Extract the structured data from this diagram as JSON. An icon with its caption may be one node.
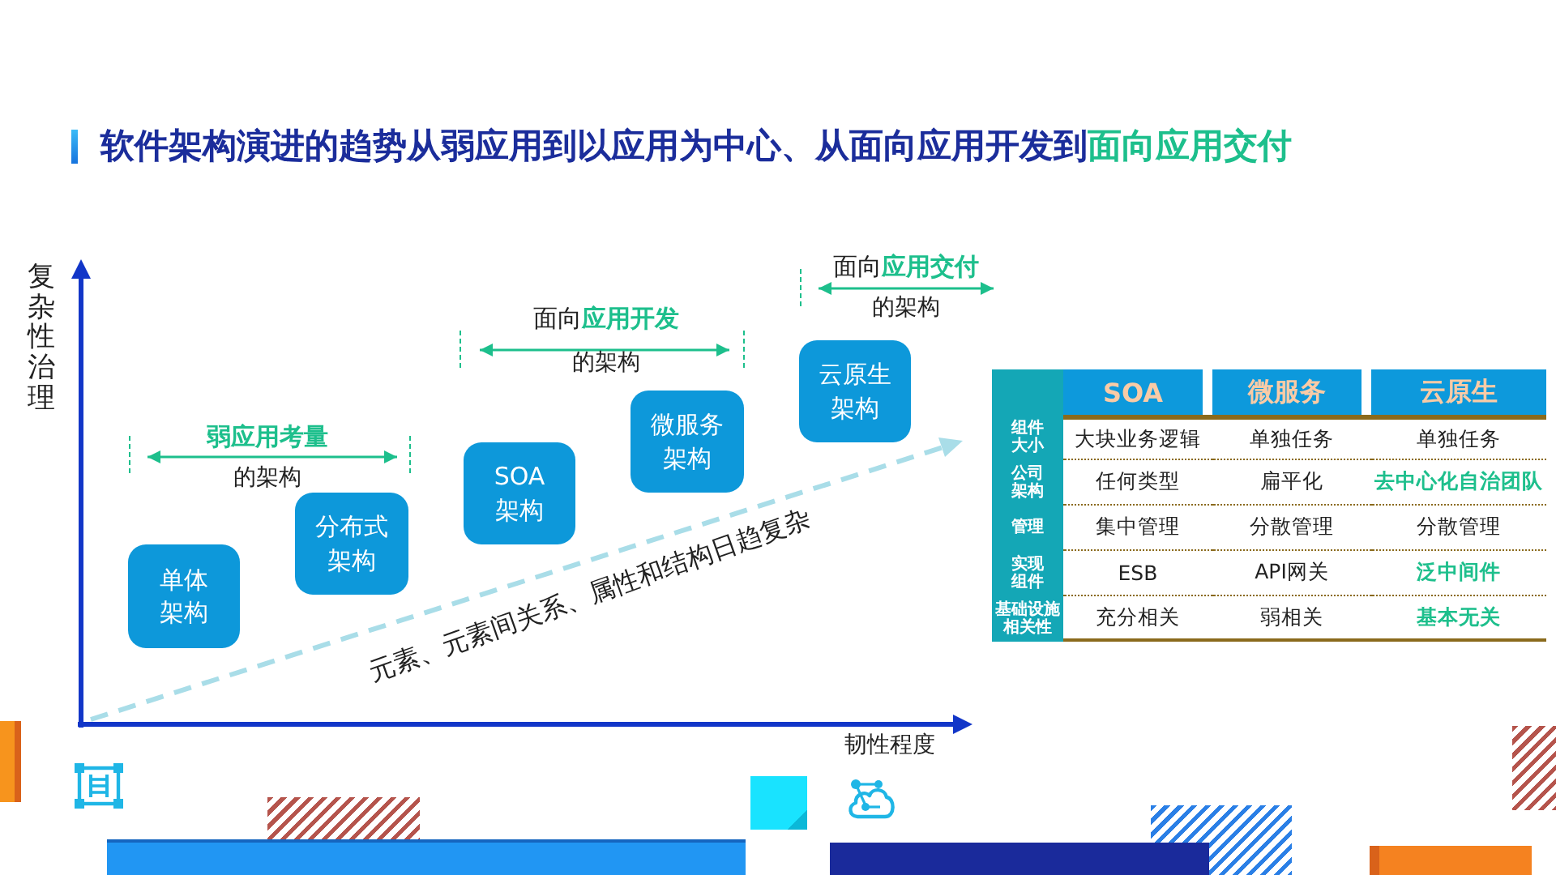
{
  "diagram": {
    "title": "软件架构演进的趋势从弱应用到以应用为中心、从面向应用开发到**面向应用交付**",
    "nodes": [
      {
        "text": [
          "单体架构"
        ]
      },
      {
        "text": [
          "分布式架构"
        ]
      },
      {
        "text": [
          "SOA架构"
        ]
      },
      {
        "text": [
          "微服务架构"
        ]
      },
      {
        "text": [
          "云原生架构"
        ]
      }
    ],
    "labels": [
      "复杂性治理",
      "弱应用考量",
      "的架构",
      "面向**应用开发**",
      "的架构",
      "面向**应用交付**",
      "的架构",
      "元素、元素间关系、属性和结构日趋复杂",
      "韧性程度",
      "SOA",
      "微服务",
      "云原生",
      "组件大小",
      "大块业务逻辑",
      "单独任务",
      "单独任务",
      "公司架构",
      "任何类型",
      "扁平化",
      "去中心化自治团队",
      "管理",
      "集中管理",
      "分散管理",
      "分散管理",
      "实现组件",
      "ESB",
      "API网关",
      "泛中间件",
      "基础设施相关性",
      "充分相关",
      "弱相关",
      "基本无关"
    ]
  }
}
